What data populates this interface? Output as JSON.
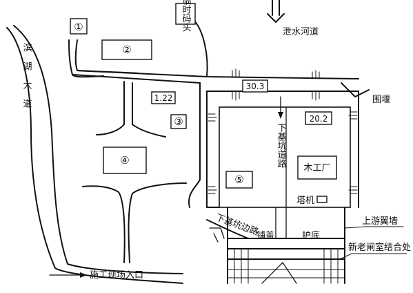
{
  "zones": {
    "zone_1": "①",
    "zone_2": "②",
    "zone_3": "③",
    "zone_4": "④",
    "zone_5": "⑤"
  },
  "elevations": {
    "zone3_elevation": "1.22",
    "road_elevation": "30.3",
    "pit_elevation": "20.2"
  },
  "labels": {
    "temporary_wharf": "临时码头",
    "spillway": "泄水河道",
    "binhu_avenue": "滨湖大道",
    "cofferdam": "围堰",
    "pit_access_road": "下基坑道路",
    "carpentry_shop": "木工厂",
    "tower_crane": "塔机",
    "pit_edge_road": "下基坑边路",
    "paving": "铺盖",
    "apron": "护底",
    "upstream_wing_wall": "上游翼墙",
    "old_sluice_junction": "新老闸室结合处",
    "site_entrance": "施工现场入口"
  }
}
